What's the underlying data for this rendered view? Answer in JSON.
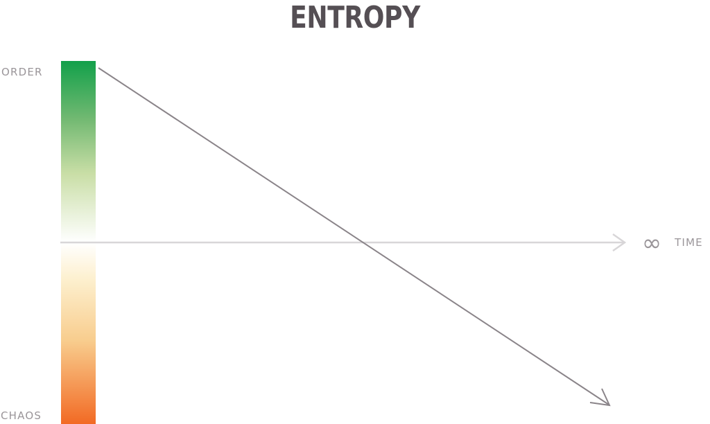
{
  "title": "ENTROPY",
  "labels": {
    "order": "ORDER",
    "chaos": "CHAOS",
    "time": "TIME"
  },
  "icons": {
    "infinity": "∞"
  },
  "colors": {
    "title": "#554f54",
    "arrow": "#8a8489",
    "time_axis": "#d8d6d8",
    "label": "#9a9599",
    "gradient_top": "#12a04a",
    "gradient_middle": "#ffffff",
    "gradient_bottom": "#f26a24"
  }
}
